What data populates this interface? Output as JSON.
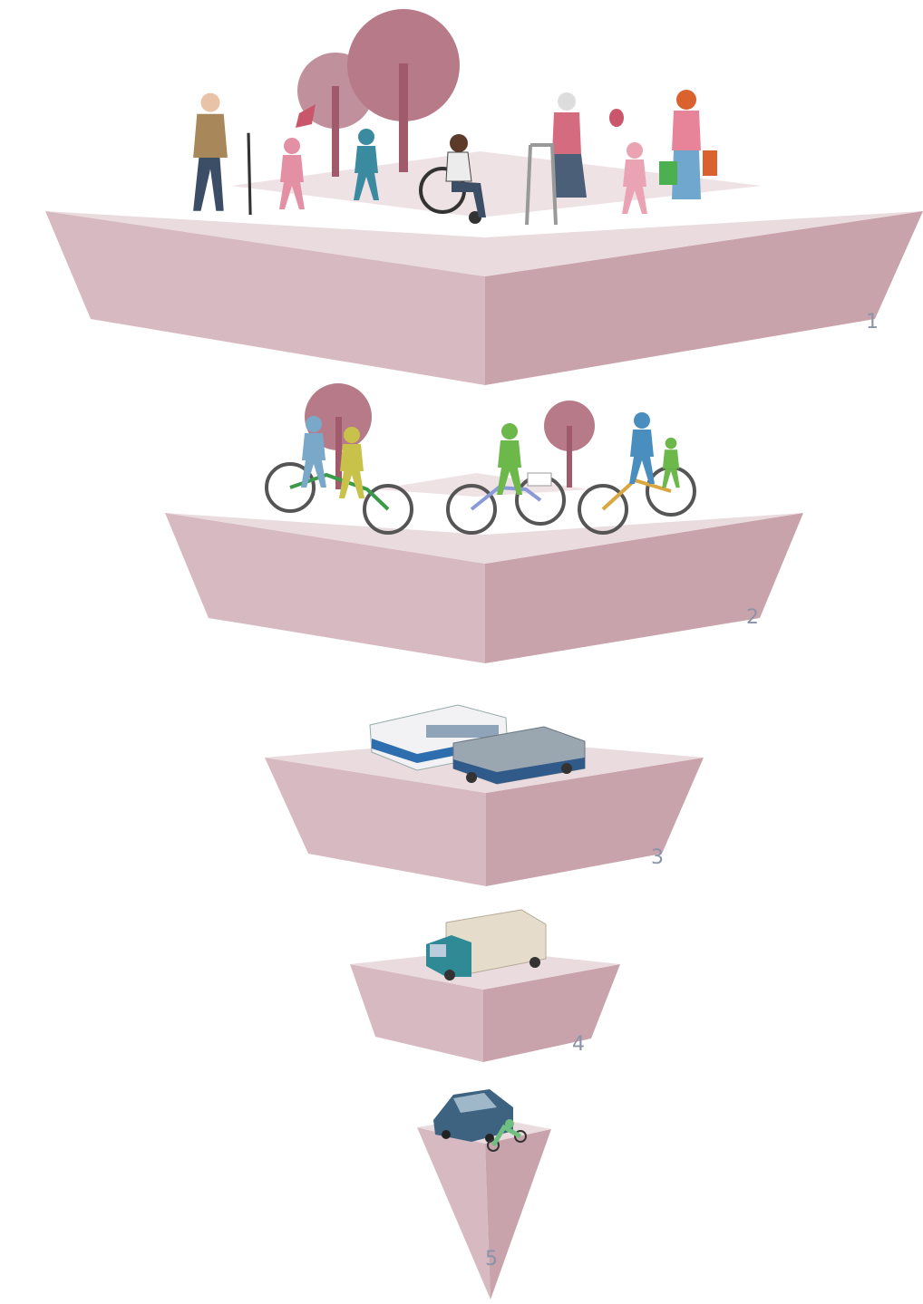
{
  "colors": {
    "top": "#e6d3d8",
    "left": "#d7bac1",
    "right": "#c9a3ab",
    "tree": "#b67a88",
    "tree_trunk": "#a05a6c",
    "label": "#8a93a8"
  },
  "tiers": [
    {
      "label": "1",
      "icons": [
        "elderly-man-with-cane-icon",
        "girl-with-kite-icon",
        "running-boy-icon",
        "wheelchair-user-icon",
        "woman-with-walker-icon",
        "girl-with-balloon-icon",
        "woman-with-shopping-bags-icon",
        "tree-icon"
      ]
    },
    {
      "label": "2",
      "icons": [
        "tandem-bicycle-icon",
        "bicycle-with-basket-icon",
        "bicycle-with-child-seat-icon",
        "tree-icon"
      ]
    },
    {
      "label": "3",
      "icons": [
        "tram-icon",
        "bus-icon"
      ]
    },
    {
      "label": "4",
      "icons": [
        "truck-icon"
      ]
    },
    {
      "label": "5",
      "icons": [
        "car-icon",
        "scooter-icon"
      ]
    }
  ]
}
